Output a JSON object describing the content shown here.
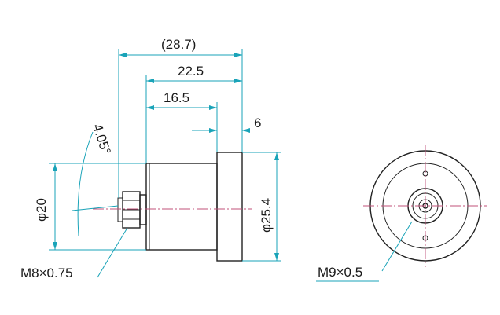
{
  "dimensions": {
    "overall_length": "(28.7)",
    "body_length": "22.5",
    "housing_length": "16.5",
    "flange_thickness": "6",
    "chamfer_angle": "4.05°",
    "body_diameter": "φ20",
    "flange_diameter": "φ25.4",
    "side_thread": "M8×0.75",
    "front_thread": "M9×0.5"
  },
  "colors": {
    "outline": "#222222",
    "dimension_line": "#19a3b8",
    "center_line": "#c0527a"
  }
}
